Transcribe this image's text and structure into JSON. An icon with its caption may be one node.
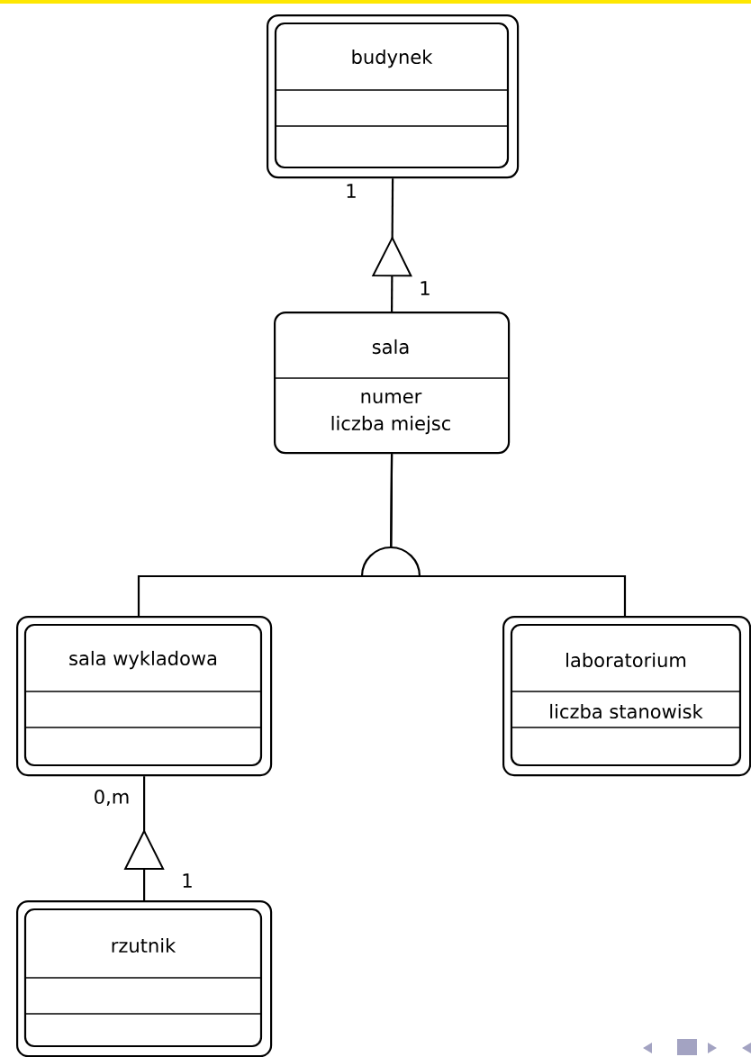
{
  "diagram": {
    "nodes": [
      {
        "text": [
          "budynek"
        ]
      },
      {
        "text": [
          "sala",
          "numer",
          "liczba miejsc"
        ]
      },
      {
        "text": [
          "sala wykladowa"
        ]
      },
      {
        "text": [
          "laboratorium",
          "liczba stanowisk"
        ]
      },
      {
        "text": [
          "rzutnik"
        ]
      }
    ],
    "edges": [
      {
        "from": 1,
        "to": 0,
        "arrow": "to"
      },
      {
        "from": 1,
        "to": 2,
        "arrow": "none"
      },
      {
        "from": 1,
        "to": 3,
        "arrow": "none"
      },
      {
        "from": 4,
        "to": 2,
        "arrow": "to"
      }
    ],
    "labels": [
      "1",
      "1",
      "0,m",
      "1"
    ]
  }
}
